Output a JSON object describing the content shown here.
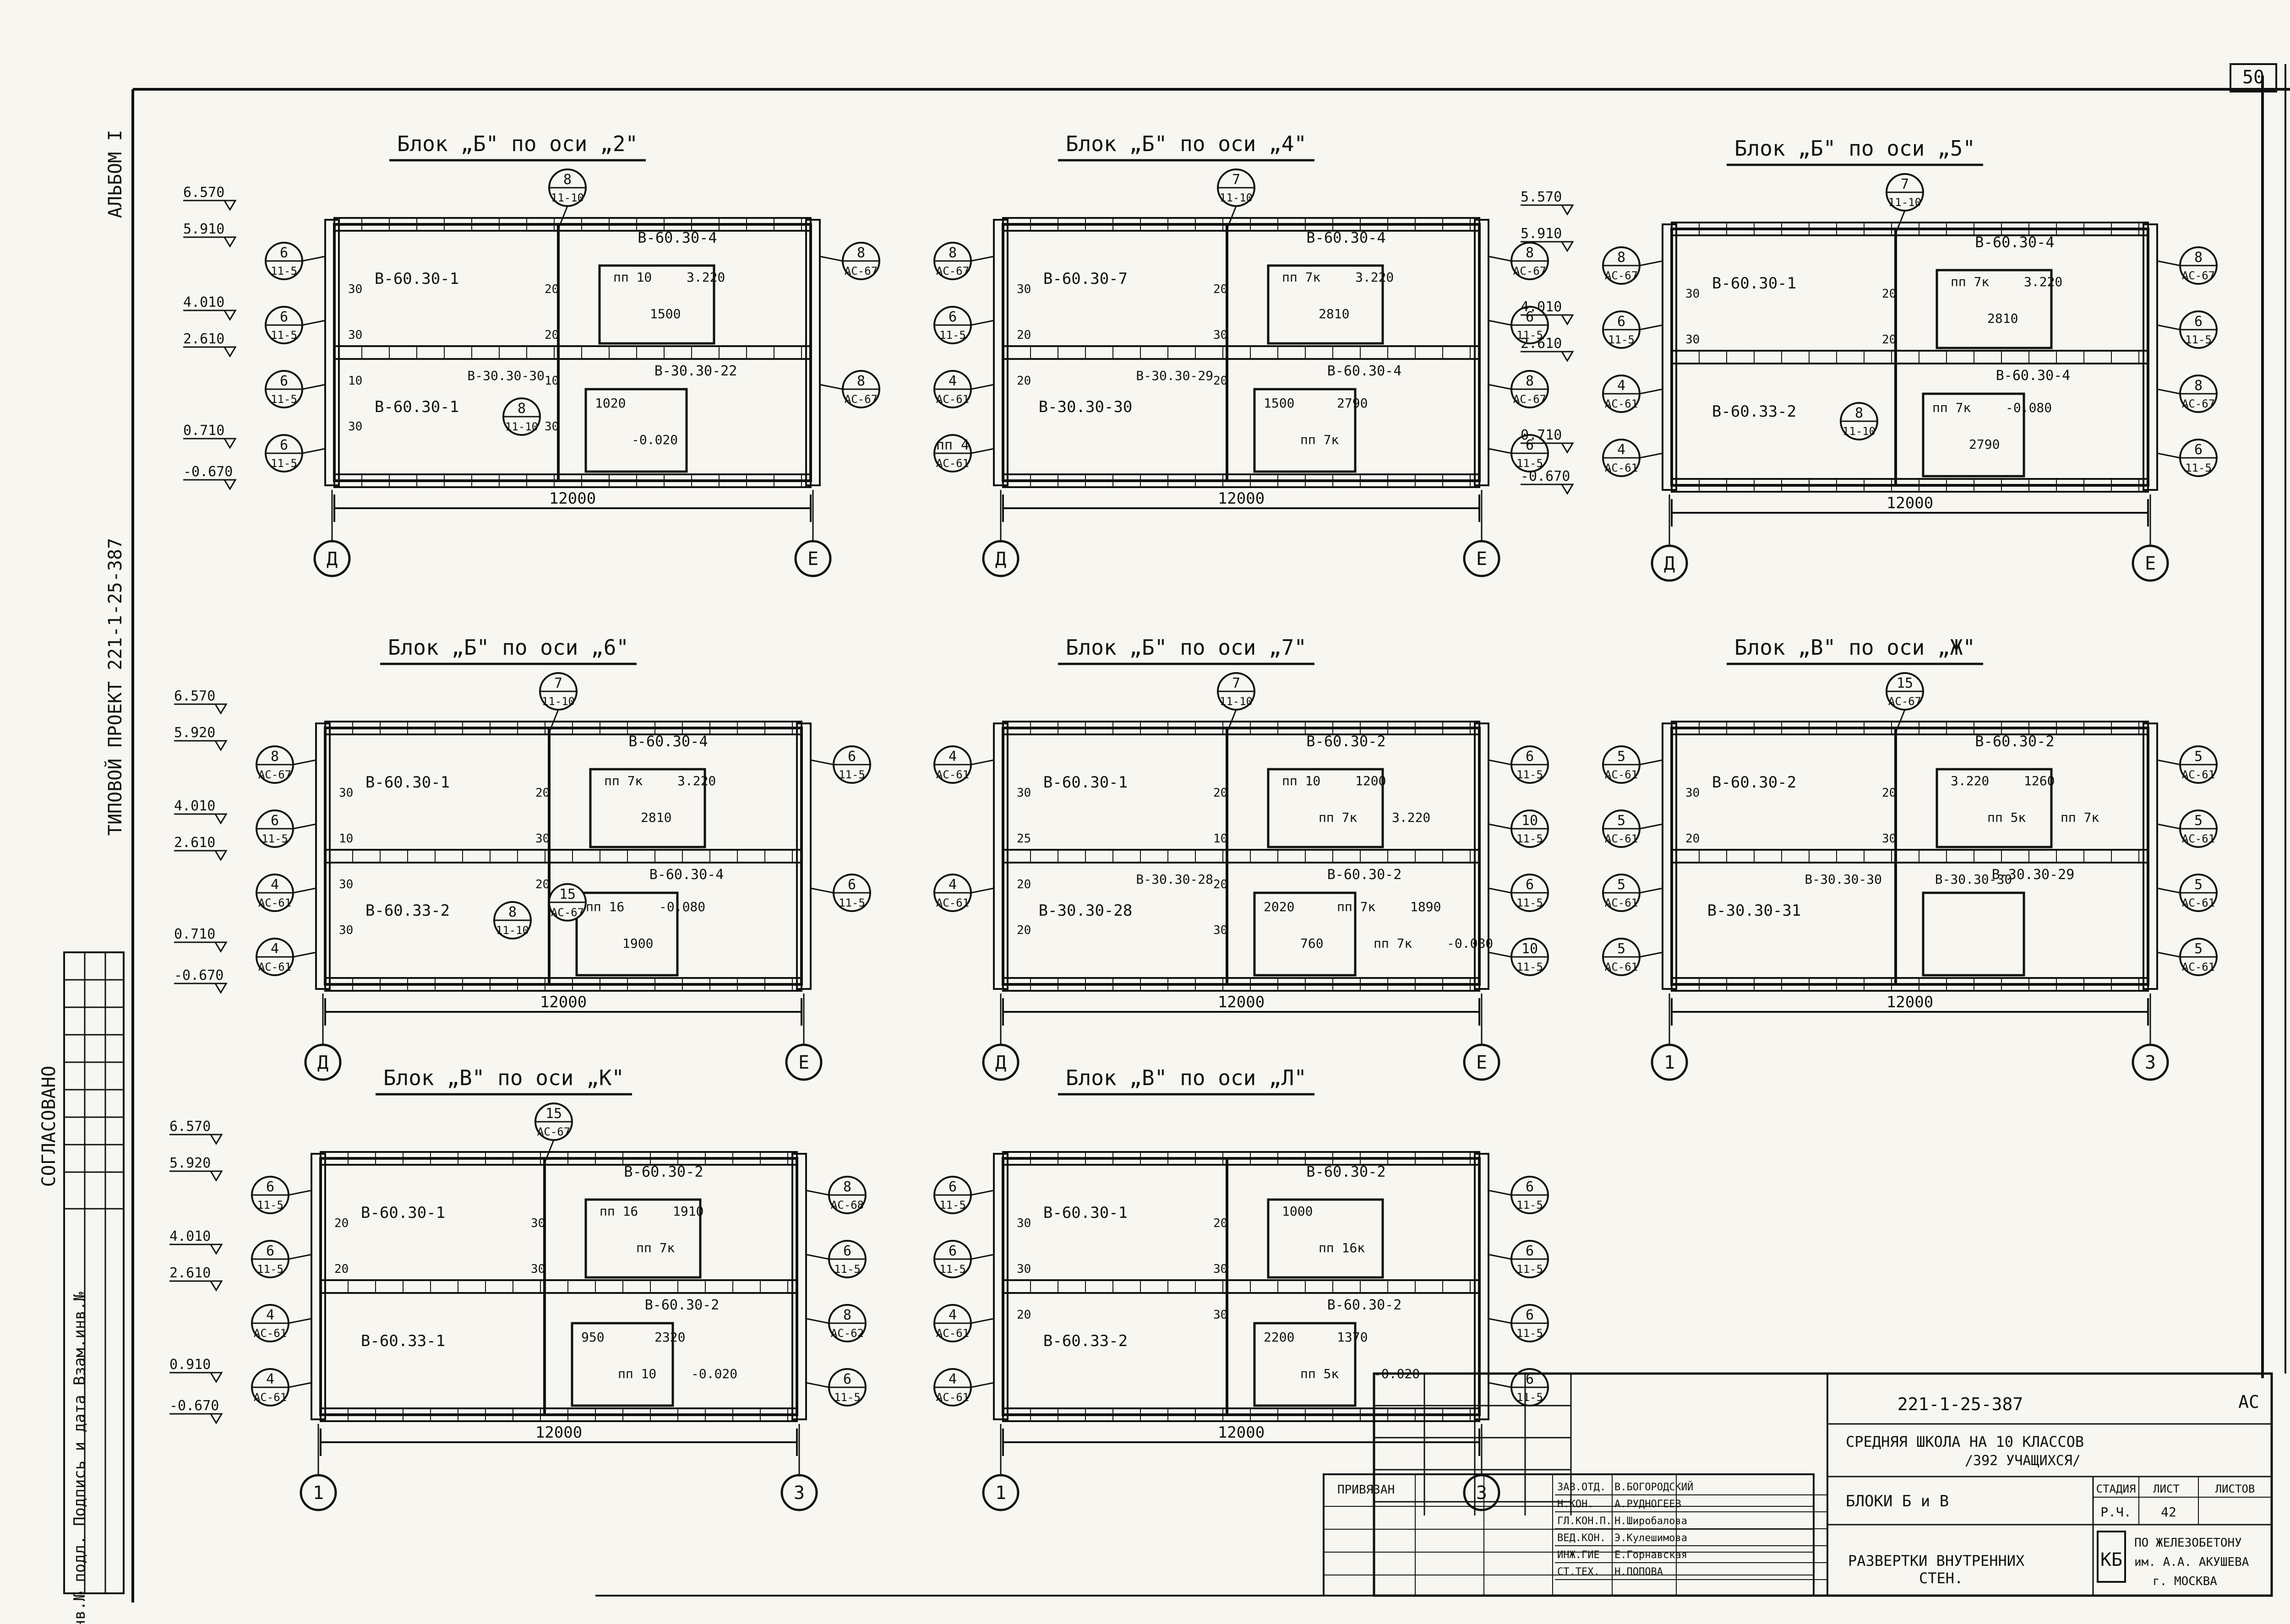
{
  "sheet": {
    "page_number": "50",
    "side_labels": {
      "album": "АЛЬБОМ I",
      "project": "ТИПОВОЙ ПРОЕКТ  221-1-25-387",
      "agreed": "СОГЛАСОВАНО",
      "inventory": "Инв.№ подл.  Подпись и дата  Взам.инв.№"
    }
  },
  "panels": [
    {
      "title": "Блок „Б\" по оси „2\"",
      "left_axis": "Д",
      "right_axis": "Е",
      "span": "12000",
      "elevations": [
        "6.570",
        "5.910",
        "4.010",
        "2.610",
        "0.710",
        "-0.670"
      ],
      "callouts_left": [
        {
          "n": "6",
          "s": "11-5"
        },
        {
          "n": "6",
          "s": "11-5"
        },
        {
          "n": "6",
          "s": "11-5"
        },
        {
          "n": "6",
          "s": "11-5"
        }
      ],
      "callouts_right": [
        {
          "n": "8",
          "s": "АС-67"
        },
        {
          "n": "8",
          "s": "АС-67"
        }
      ],
      "callout_top": {
        "n": "8",
        "s": "11-10"
      },
      "upper_left_panel": "В-60.30-1",
      "upper_right_panel": "В-60.30-4",
      "lower_left_panel": "В-60.30-1",
      "lower_mid_panel": "В-30.30-30",
      "lower_right_panel": "В-30.30-22",
      "upper_dims": [
        "пп 10",
        "1500",
        "3.220"
      ],
      "lower_dims": [
        "1020",
        "-0.020"
      ],
      "joints": [
        "30",
        "20",
        "30",
        "20",
        "10",
        "10",
        "30",
        "30",
        "20",
        "30"
      ],
      "inner_callout": {
        "n": "8",
        "s": "11-10"
      }
    },
    {
      "title": "Блок „Б\" по оси „4\"",
      "left_axis": "Д",
      "right_axis": "Е",
      "span": "12000",
      "callouts_left": [
        {
          "n": "8",
          "s": "АС-67"
        },
        {
          "n": "6",
          "s": "11-5"
        },
        {
          "n": "4",
          "s": "АС-61"
        },
        {
          "n": "пп 4",
          "s": "АС-61"
        }
      ],
      "callouts_right": [
        {
          "n": "8",
          "s": "АС-67"
        },
        {
          "n": "6",
          "s": "11-5"
        },
        {
          "n": "8",
          "s": "АС-67"
        },
        {
          "n": "6",
          "s": "11-5"
        }
      ],
      "callout_top": {
        "n": "7",
        "s": "11-10"
      },
      "upper_left_panel": "В-60.30-7",
      "upper_right_panel": "В-60.30-4",
      "lower_left_panel": "В-30.30-30",
      "lower_mid_panel": "В-30.30-29",
      "lower_right_panel": "В-60.30-4",
      "upper_dims": [
        "пп 7к",
        "2810",
        "3.220"
      ],
      "lower_dims": [
        "1500",
        "пп 7к",
        "2790"
      ],
      "joints": [
        "30",
        "20",
        "20",
        "30",
        "20",
        "20"
      ]
    },
    {
      "title": "Блок „Б\" по оси „5\"",
      "left_axis": "Д",
      "right_axis": "Е",
      "span": "12000",
      "elevations": [
        "5.570",
        "5.910",
        "4.010",
        "2.610",
        "0.710",
        "-0.670"
      ],
      "callouts_left": [
        {
          "n": "8",
          "s": "АС-67"
        },
        {
          "n": "6",
          "s": "11-5"
        },
        {
          "n": "4",
          "s": "АС-61"
        },
        {
          "n": "4",
          "s": "АС-61"
        }
      ],
      "callouts_right": [
        {
          "n": "8",
          "s": "АС-67"
        },
        {
          "n": "6",
          "s": "11-5"
        },
        {
          "n": "8",
          "s": "АС-67"
        },
        {
          "n": "6",
          "s": "11-5"
        }
      ],
      "callout_top": {
        "n": "7",
        "s": "11-10"
      },
      "upper_left_panel": "В-60.30-1",
      "upper_right_panel": "В-60.30-4",
      "lower_left_panel": "В-60.33-2",
      "lower_right_panel": "В-60.30-4",
      "upper_dims": [
        "пп 7к",
        "2810",
        "3.220"
      ],
      "lower_dims": [
        "пп 7к",
        "2790",
        "-0.080"
      ],
      "joints": [
        "30",
        "20",
        "30",
        "20"
      ],
      "inner_callout": {
        "n": "8",
        "s": "11-10"
      }
    },
    {
      "title": "Блок „Б\" по оси „6\"",
      "left_axis": "Д",
      "right_axis": "Е",
      "span": "12000",
      "elevations": [
        "6.570",
        "5.920",
        "4.010",
        "2.610",
        "0.710",
        "-0.670"
      ],
      "callouts_left": [
        {
          "n": "8",
          "s": "АС-67"
        },
        {
          "n": "6",
          "s": "11-5"
        },
        {
          "n": "4",
          "s": "АС-61"
        },
        {
          "n": "4",
          "s": "АС-61"
        }
      ],
      "callouts_right": [
        {
          "n": "6",
          "s": "11-5"
        },
        {
          "n": "6",
          "s": "11-5"
        }
      ],
      "callout_top": {
        "n": "7",
        "s": "11-10"
      },
      "upper_left_panel": "В-60.30-1",
      "upper_right_panel": "В-60.30-4",
      "lower_left_panel": "В-60.33-2",
      "lower_right_panel": "В-60.30-4",
      "upper_dims": [
        "пп 7к",
        "2810",
        "3.220"
      ],
      "lower_dims": [
        "пп 16",
        "1900",
        "-0.080"
      ],
      "joints": [
        "30",
        "20",
        "10",
        "30",
        "30",
        "20",
        "30"
      ],
      "inner_callout": {
        "n": "8",
        "s": "11-10"
      },
      "inner_callout_2": {
        "n": "15",
        "s": "АС-67"
      }
    },
    {
      "title": "Блок „Б\" по оси „7\"",
      "left_axis": "Д",
      "right_axis": "Е",
      "span": "12000",
      "callouts_left": [
        {
          "n": "4",
          "s": "АС-61"
        },
        {
          "n": "4",
          "s": "АС-61"
        }
      ],
      "callouts_right": [
        {
          "n": "6",
          "s": "11-5"
        },
        {
          "n": "10",
          "s": "11-5"
        },
        {
          "n": "6",
          "s": "11-5"
        },
        {
          "n": "10",
          "s": "11-5"
        }
      ],
      "callout_top": {
        "n": "7",
        "s": "11-10"
      },
      "upper_left_panel": "В-60.30-1",
      "upper_right_panel": "В-60.30-2",
      "lower_left_panel": "В-30.30-28",
      "lower_mid_panel": "В-30.30-28",
      "lower_right_panel": "В-60.30-2",
      "upper_dims": [
        "пп 10",
        "пп 7к",
        "1200",
        "3.220"
      ],
      "lower_dims": [
        "2020",
        "760",
        "пп 7к",
        "пп 7к",
        "1890",
        "-0.080"
      ],
      "joints": [
        "30",
        "20",
        "25",
        "10",
        "20",
        "20",
        "20",
        "30"
      ]
    },
    {
      "title": "Блок „В\" по оси „Ж\"",
      "left_axis": "1",
      "right_axis": "3",
      "span": "12000",
      "callouts_left": [
        {
          "n": "5",
          "s": "АС-61"
        },
        {
          "n": "5",
          "s": "АС-61"
        },
        {
          "n": "5",
          "s": "АС-61"
        },
        {
          "n": "5",
          "s": "АС-61"
        }
      ],
      "callouts_right": [
        {
          "n": "5",
          "s": "АС-61"
        },
        {
          "n": "5",
          "s": "АС-61"
        },
        {
          "n": "5",
          "s": "АС-61"
        },
        {
          "n": "5",
          "s": "АС-61"
        }
      ],
      "callout_top": {
        "n": "15",
        "s": "АС-67"
      },
      "upper_left_panel": "В-60.30-2",
      "upper_right_panel": "В-60.30-2",
      "lower_left_panel": "В-30.30-31",
      "lower_mid_panel": "В-30.30-30",
      "lower_mid2_panel": "В-30.30-30",
      "lower_right_panel": "В-30.30-29",
      "upper_dims": [
        "3.220",
        "пп 5к",
        "1260",
        "пп 7к"
      ],
      "joints": [
        "30",
        "20",
        "20",
        "30"
      ]
    },
    {
      "title": "Блок „В\" по оси „К\"",
      "left_axis": "1",
      "right_axis": "3",
      "span": "12000",
      "elevations": [
        "6.570",
        "5.920",
        "4.010",
        "2.610",
        "0.910",
        "-0.670"
      ],
      "callouts_left": [
        {
          "n": "6",
          "s": "11-5"
        },
        {
          "n": "6",
          "s": "11-5"
        },
        {
          "n": "4",
          "s": "АС-61"
        },
        {
          "n": "4",
          "s": "АС-61"
        }
      ],
      "callouts_right": [
        {
          "n": "8",
          "s": "АС-68"
        },
        {
          "n": "6",
          "s": "11-5"
        },
        {
          "n": "8",
          "s": "АС-62"
        },
        {
          "n": "6",
          "s": "11-5"
        }
      ],
      "callout_top": {
        "n": "15",
        "s": "АС-67"
      },
      "upper_left_panel": "В-60.30-1",
      "upper_right_panel": "В-60.30-2",
      "lower_left_panel": "В-60.33-1",
      "lower_right_panel": "В-60.30-2",
      "upper_dims": [
        "пп 16",
        "пп 7к",
        "1910"
      ],
      "lower_dims": [
        "950",
        "пп 10",
        "2320",
        "-0.020"
      ],
      "joints": [
        "20",
        "30",
        "20",
        "30"
      ]
    },
    {
      "title": "Блок „В\" по оси „Л\"",
      "left_axis": "1",
      "right_axis": "3",
      "span": "12000",
      "callouts_left": [
        {
          "n": "6",
          "s": "11-5"
        },
        {
          "n": "6",
          "s": "11-5"
        },
        {
          "n": "4",
          "s": "АС-61"
        },
        {
          "n": "4",
          "s": "АС-61"
        }
      ],
      "callouts_right": [
        {
          "n": "6",
          "s": "11-5"
        },
        {
          "n": "6",
          "s": "11-5"
        },
        {
          "n": "6",
          "s": "11-5"
        },
        {
          "n": "6",
          "s": "11-5"
        }
      ],
      "upper_left_panel": "В-60.30-1",
      "upper_right_panel": "В-60.30-2",
      "lower_left_panel": "В-60.33-2",
      "lower_right_panel": "В-60.30-2",
      "upper_dims": [
        "1000",
        "пп 16к"
      ],
      "lower_dims": [
        "2200",
        "пп 5к",
        "1370",
        "-0.020"
      ],
      "joints": [
        "30",
        "20",
        "30",
        "30",
        "20",
        "30"
      ]
    }
  ],
  "title_block": {
    "project_code": "221-1-25-387",
    "mark": "АС",
    "school_line1": "СРЕДНЯЯ ШКОЛА НА 10 КЛАССОВ",
    "school_line2": "/392 УЧАЩИХСЯ/",
    "blocks": "БЛОКИ Б и В",
    "sheet_name_1": "РАЗВЕРТКИ ВНУТРЕННИХ",
    "sheet_name_2": "СТЕН.",
    "stage_hdr": "СТАДИЯ",
    "sheet_hdr": "ЛИСТ",
    "sheets_hdr": "ЛИСТОВ",
    "stage": "Р.Ч.",
    "sheet": "42",
    "org_1": "ПО ЖЕЛЕЗОБЕТОНУ",
    "org_2": "им. А.А. АКУШЕВА",
    "org_3": "г. МОСКВА",
    "org_logo": "КБ",
    "privyazan": "ПРИВЯЗАН",
    "staff": [
      {
        "role": "ЗАВ.ОТД.",
        "name": "В.БОГОРОДСКИЙ"
      },
      {
        "role": "Н.КОН.",
        "name": "А.РУДНОГЕЕВ"
      },
      {
        "role": "ГЛ.КОН.П.",
        "name": "Н.Широбалова"
      },
      {
        "role": "ВЕД.КОН.",
        "name": "Э.Кулешимова"
      },
      {
        "role": "ИНЖ.ГИЕ",
        "name": "Е.Горнавская"
      },
      {
        "role": "СТ.ТЕХ.",
        "name": "Н.ПОПОВА"
      }
    ]
  }
}
